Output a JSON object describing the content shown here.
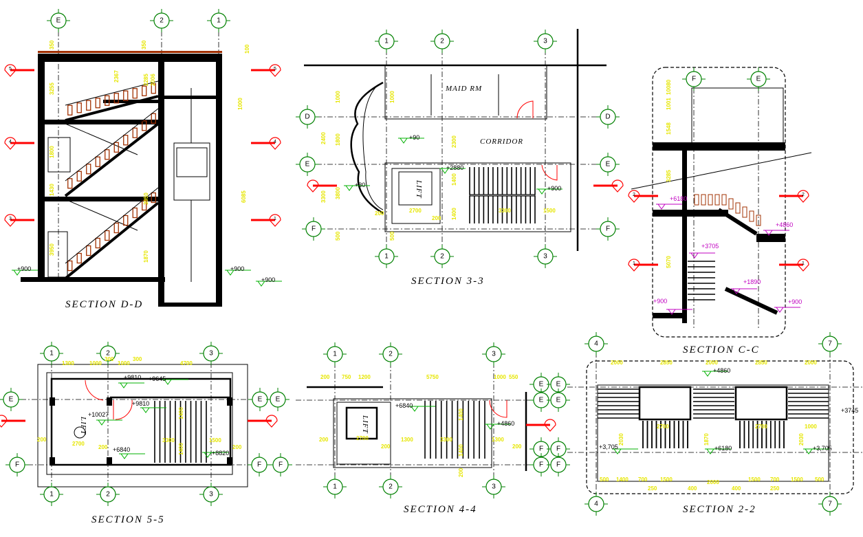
{
  "colors": {
    "grid_bubble": "#008000",
    "section_cut": "#ff0000",
    "dimension": "#e6e600",
    "level_marker": "#c000c0",
    "baluster": "#a03000",
    "background": "#ffffff"
  },
  "section_dd": {
    "title": "SECTION D-D",
    "grid": [
      "E",
      "2",
      "1"
    ],
    "cuts": [
      "5",
      "4",
      "3",
      "5",
      "4",
      "1"
    ],
    "levels": [
      "+900",
      "+900",
      "+900"
    ],
    "dimensions": [
      "350",
      "350",
      "3255",
      "2367",
      "2285",
      "2006",
      "1800",
      "1430",
      "3950",
      "3950",
      "1870",
      "6085",
      "100",
      "1000"
    ]
  },
  "section_33": {
    "title": "SECTION 3-3",
    "rooms": [
      "MAID RM",
      "CORRIDOR",
      "LIFT"
    ],
    "grid_top": [
      "1",
      "2",
      "3"
    ],
    "grid_bottom": [
      "1",
      "2",
      "3"
    ],
    "grid_left": [
      "D",
      "E",
      "F"
    ],
    "grid_right": [
      "D",
      "E",
      "F"
    ],
    "levels": [
      "+90",
      "+30",
      "+2880",
      "+900"
    ],
    "dimensions": [
      "1000",
      "1000",
      "2400",
      "1800",
      "3300",
      "3800",
      "2700",
      "200",
      "200",
      "1400",
      "1400",
      "2300",
      "3300",
      "1500",
      "500",
      "500"
    ]
  },
  "section_cc": {
    "title": "SECTION C-C",
    "grid": [
      "F",
      "E"
    ],
    "cuts": [
      "2",
      "1",
      "2",
      "1"
    ],
    "levels": [
      "+6180",
      "+4860",
      "+3705",
      "+1890",
      "+900",
      "+900"
    ],
    "dimensions": [
      "10080",
      "1001",
      "1548",
      "3285",
      "5070"
    ]
  },
  "section_55": {
    "title": "SECTION 5-5",
    "room": "LIFT",
    "grid_top": [
      "1",
      "2",
      "3"
    ],
    "grid_bottom": [
      "1",
      "2",
      "3"
    ],
    "grid_left": [
      "E",
      "F"
    ],
    "grid_right": [
      "E",
      "E",
      "F",
      "F"
    ],
    "levels": [
      "+9810",
      "+9645",
      "+10027",
      "+9810",
      "+6840",
      "+8820"
    ],
    "dimensions": [
      "1300",
      "1000",
      "300",
      "1000",
      "300",
      "4700",
      "2700",
      "200",
      "200",
      "1400",
      "1400",
      "3300",
      "1500",
      "200"
    ]
  },
  "section_44": {
    "title": "SECTION 4-4",
    "room": "LIFT",
    "grid_top": [
      "1",
      "2",
      "3"
    ],
    "grid_bottom": [
      "1",
      "2",
      "3"
    ],
    "grid_right": [
      "E",
      "E",
      "F",
      "F"
    ],
    "levels": [
      "+6840",
      "+4860"
    ],
    "dimensions": [
      "200",
      "750",
      "1200",
      "5750",
      "1000",
      "550",
      "2700",
      "200",
      "200",
      "1300",
      "3300",
      "1300",
      "200",
      "1400",
      "1400",
      "200"
    ]
  },
  "section_22": {
    "title": "SECTION 2-2",
    "grid_top": [
      "4",
      "7"
    ],
    "grid_bottom": [
      "4",
      "7"
    ],
    "grid_left": [
      "E",
      "E",
      "F",
      "F"
    ],
    "levels": [
      "+4860",
      "+3,705",
      "+6180",
      "+3,705",
      "+3745"
    ],
    "dimensions": [
      "2000",
      "2850",
      "2000",
      "2850",
      "2000",
      "2700",
      "2700",
      "1000",
      "2030",
      "2030",
      "1870",
      "500",
      "1400",
      "700",
      "1500",
      "2000",
      "1500",
      "700",
      "1500",
      "500",
      "250",
      "400",
      "400",
      "250"
    ]
  }
}
